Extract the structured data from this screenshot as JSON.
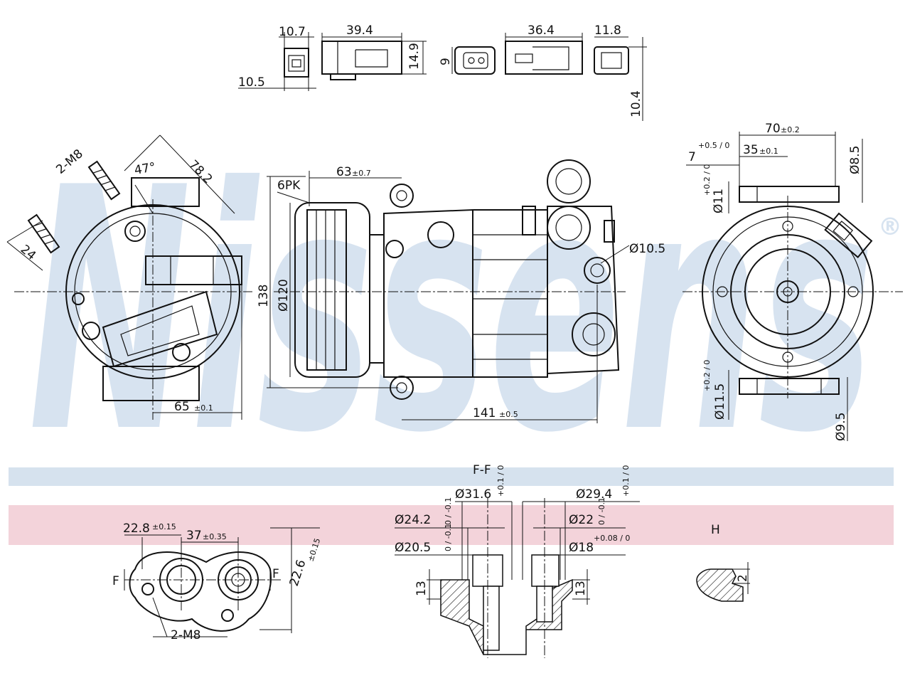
{
  "watermark": {
    "text": "Nissens",
    "registered_mark": "®"
  },
  "connectors": {
    "left_pair": {
      "width_top": "10.7",
      "width_side": "10.5",
      "length": "39.4",
      "height": "14.9"
    },
    "right_pair": {
      "height": "9",
      "length": "36.4",
      "width_top": "11.8",
      "offset": "10.4"
    }
  },
  "side_view": {
    "thread": "2-M8",
    "angle": "47°",
    "diag_len": "78.2",
    "small_dim": "24",
    "base_dim": "65",
    "base_tol": "±0.1"
  },
  "front_view": {
    "belt": "6PK",
    "pulley_dist": "63",
    "pulley_dist_tol": "±0.7",
    "height": "138",
    "pulley_dia": "Ø120",
    "length": "141",
    "length_tol": "±0.5",
    "hole_dia": "Ø10.5"
  },
  "rear_view": {
    "width": "70",
    "width_tol": "±0.2",
    "half_width": "35",
    "half_width_tol": "±0.1",
    "offset": "7",
    "offset_tol": "+0.5 / 0",
    "dia_top": "Ø8.5",
    "dia_left": "Ø11",
    "dia_left_tol": "+0.2 / 0",
    "dia_bottom": "Ø11.5",
    "dia_bottom_tol": "+0.2 / 0",
    "dia_right": "Ø9.5"
  },
  "port_view": {
    "spacing_a": "22.8",
    "spacing_a_tol": "±0.15",
    "spacing_b": "37",
    "spacing_b_tol": "±0.35",
    "spacing_c": "22.6",
    "spacing_c_tol": "±0.15",
    "thread": "2-M8",
    "section_mark": "F"
  },
  "section_ff": {
    "title": "F-F",
    "d1": "Ø31.6",
    "d1_tol": "+0.1 / 0",
    "d2": "Ø29.4",
    "d2_tol": "+0.1 / 0",
    "d3": "Ø24.2",
    "d3_tol": "0 / -0.1",
    "d4": "Ø22",
    "d4_tol": "0 / -0.1",
    "d5": "Ø20.5",
    "d5_tol": "0 / -0.1",
    "d6": "Ø18",
    "d6_tol": "+0.08 / 0",
    "depth_left": "13",
    "depth_right": "13"
  },
  "detail_h": {
    "title": "H",
    "dim": "2"
  },
  "colors": {
    "watermark": "#b8cde4",
    "band_blue": "#d6e2ee",
    "band_pink": "#f3d3da",
    "line": "#111111"
  }
}
